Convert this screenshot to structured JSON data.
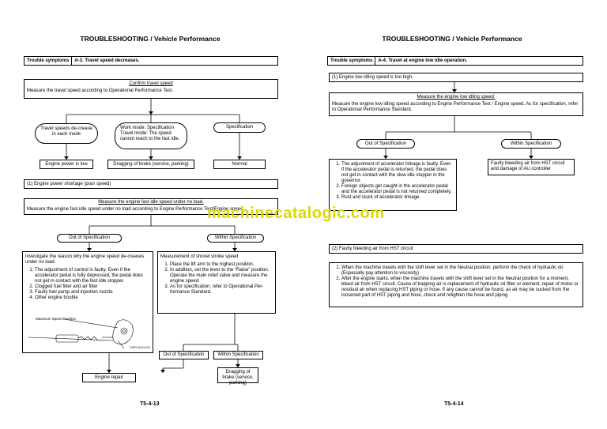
{
  "left": {
    "title": "TROUBLESHOOTING / Vehicle Performance",
    "symptom_label": "Trouble symptoms",
    "symptom": "A-3. Travel speed decreases.",
    "confirm_title": "Confirm travel speed",
    "confirm_text": "Measure the travel speed according to Operational Performance Test.",
    "branch1": "Travel speeds de-crease in each mode",
    "branch2": "Work mode: Specification Travel mode: The speed cannot reach to the fast idle.",
    "branch3": "Specification",
    "result1": "Engine power is low",
    "result2": "Dragging of brake (service, parking)",
    "result3": "Normal",
    "section1": "(1) Engine power shortage (poor speed)",
    "measure_title": "Measure the engine fast idle speed under no load.",
    "measure_text": "Measure the engine fast idle speed under no load according to Engine Performance Test/Engine speed.",
    "out_spec": "Out of Specification",
    "within_spec": "Within Specification",
    "investigate_intro": "Investigate the reason why the engine speed de-creases under no load.",
    "investigate_items": [
      "The adjustment of control is faulty. Even if the accelerator pedal is fully depressed, the pedal does not get in contact with the fast idle stopper.",
      "Clogged fuel filter and air filter",
      "Faulty fuel pump and injection nozzle",
      "Other engine trouble"
    ],
    "figure_label": "Maximum Speed Position",
    "figure_code": "T4ER-05-04-010",
    "shovel_title": "Measurement of shovel stroke speed",
    "shovel_items": [
      "Place the lift arm to the highest position.",
      "In addition, set the lever to the “Raise” position. Operate the main relief valve and measure the engine speed.",
      "As for specification, refer to Operational Per-formance Standard."
    ],
    "out_spec2": "Out of Specification",
    "within_spec2": "Within Specification",
    "engine_repair": "Engine repair",
    "dragging2": "Dragging of brake (service, parking)",
    "page_number": "T5-4-13"
  },
  "right": {
    "title": "TROUBLESHOOTING / Vehicle Performance",
    "symptom_label": "Trouble symptoms",
    "symptom": "A-4. Travel at engine low idle operation.",
    "section1": "(1) Engine low idling speed is too high.",
    "measure_title": "Measure the engine low idling speed.",
    "measure_text": "Measure the engine low idling speed according to Engine Performance Test / Engine speed. As for specification, refer to Operational Performance Standard.",
    "out_spec": "Out of Specification",
    "within_spec": "Within Specification",
    "out_items": [
      "The adjustment of accelerator linkage is faulty. Even if the accelerator pedal is returned, the pedal does not get in contact with the slow idle stopper in the governor.",
      "Foreign objects get caught in the accelerator pedal and the accelerator pedal is not returned completely.",
      "Rust and stuck of accelerator linkage."
    ],
    "within_result": "Faulty bleeding air from HST circuit and damage of AU controller",
    "section2": "(2) Faulty bleeding air from HST circuit",
    "hst_items": [
      "When the machine travels with the shift lever set in the Neutral position, perform the check of hydraulic oil. (Especially pay attention to viscosity)",
      "After the engine starts, when the machine travels with the shift lever set in the Neutral position for a moment, bleed air from HST circuit. Cause of trapping air is replacement of hydraulic oil filter or element, repair of motor or residual air when replacing HST piping or hose. If any cause cannot be found, as air may be sucked from the loosened part of HST piping and hose, check and retighten the hose and piping"
    ],
    "page_number": "T5-4-14"
  },
  "watermark": "machinecatalogic.com"
}
